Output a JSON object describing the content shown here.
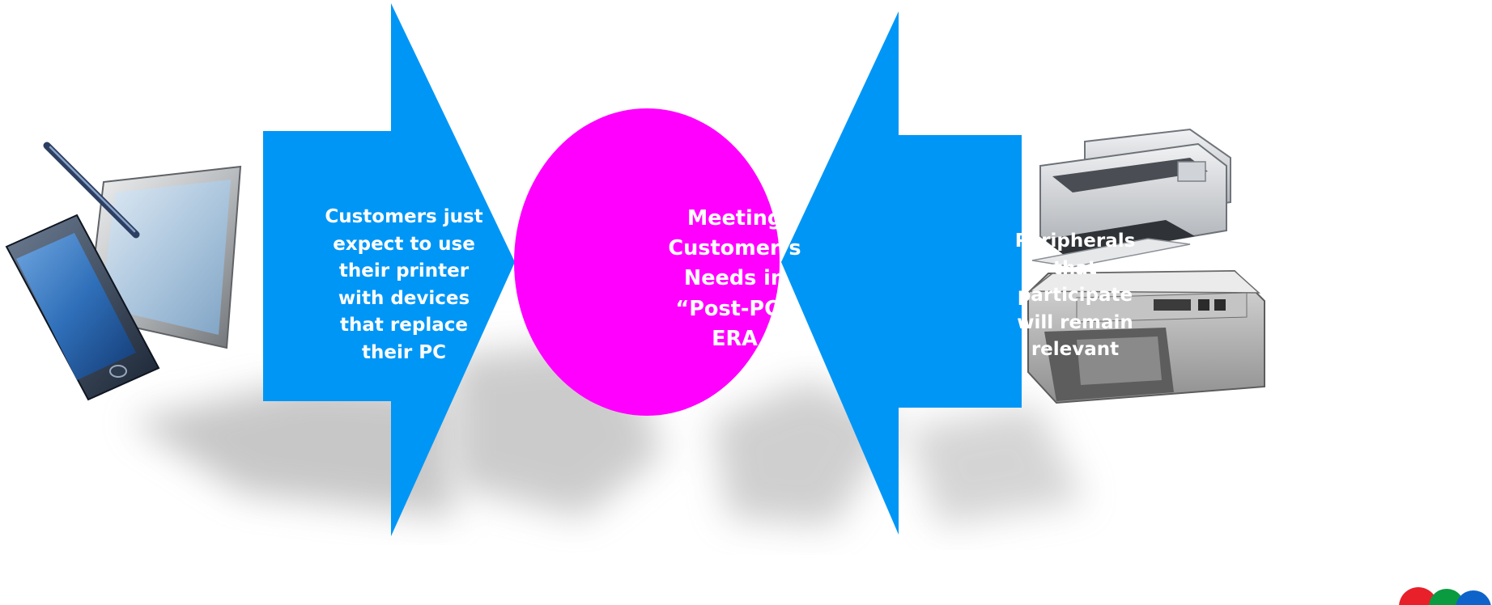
{
  "colors": {
    "arrow": "#0096f6",
    "center_circle": "#ff00ff",
    "label_text": "#ffffff"
  },
  "diagram": {
    "left_arrow": {
      "label": "Customers just\nexpect to use\ntheir printer\nwith devices\nthat replace\ntheir PC"
    },
    "center": {
      "label": "Meeting\nCustomer’s\nNeeds in\n“Post-PC”\nERA"
    },
    "right_arrow": {
      "label": "Peripherals\nthat\nparticipate\nwill remain\nrelevant"
    },
    "images": {
      "left": [
        "tablet-with-stylus",
        "smartphone"
      ],
      "right": [
        "inkjet-printer",
        "copier"
      ]
    }
  }
}
